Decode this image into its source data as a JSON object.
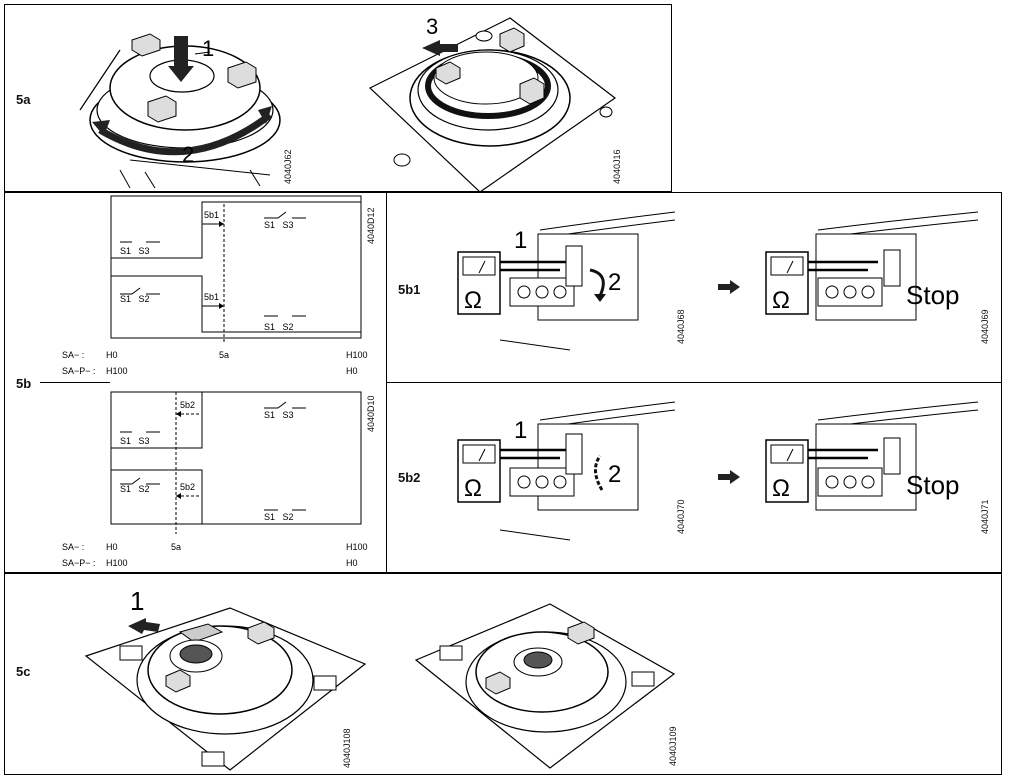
{
  "rows": {
    "r5a": {
      "label": "5a"
    },
    "r5b": {
      "label": "5b"
    },
    "r5c": {
      "label": "5c"
    }
  },
  "sec5a": {
    "left": {
      "code": "4040J62",
      "step1": "1",
      "step2": "2"
    },
    "right": {
      "code": "4040J16",
      "step3": "3"
    }
  },
  "diagram_top": {
    "code": "4040D12",
    "upper": {
      "left_labels": "S1   S3",
      "right_labels": "S1   S3",
      "arrow_label": "5b1"
    },
    "lower": {
      "left_labels": "S1   S2",
      "right_labels": "S1   S2",
      "arrow_label": "5b1"
    },
    "axis": {
      "sa_label": "SA− :",
      "sap_label": "SA−P− :",
      "h0": "H0",
      "h100": "H100",
      "mid": "5a",
      "h0_b": "H100",
      "h100_b": "H0"
    }
  },
  "diagram_bottom": {
    "code": "4040D10",
    "upper": {
      "left_labels": "S1   S3",
      "right_labels": "S1   S3",
      "arrow_label": "5b2"
    },
    "lower": {
      "left_labels": "S1   S2",
      "right_labels": "S1   S2",
      "arrow_label": "5b2"
    },
    "axis": {
      "sa_label": "SA− :",
      "sap_label": "SA−P− :",
      "h0": "H0",
      "h100": "H100",
      "mid": "5a",
      "h0_b": "H100",
      "h100_b": "H0"
    }
  },
  "step5b1": {
    "label": "5b1",
    "left": {
      "code": "4040J68",
      "n1": "1",
      "n2": "2",
      "ohm": "Ω"
    },
    "right": {
      "code": "4040J69",
      "stop": "Stop",
      "ohm": "Ω"
    }
  },
  "step5b2": {
    "label": "5b2",
    "left": {
      "code": "4040J70",
      "n1": "1",
      "n2": "2",
      "ohm": "Ω"
    },
    "right": {
      "code": "4040J71",
      "stop": "Stop",
      "ohm": "Ω"
    }
  },
  "sec5c": {
    "left": {
      "code": "4040J108",
      "step1": "1"
    },
    "right": {
      "code": "4040J109"
    }
  }
}
